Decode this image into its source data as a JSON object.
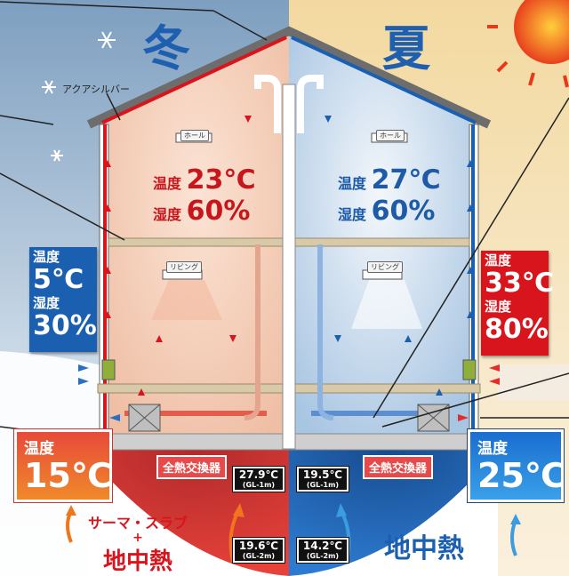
{
  "seasons": {
    "winter": "冬",
    "summer": "夏"
  },
  "material_label": "アクアシルバー",
  "room_labels": {
    "hall": "ホール",
    "living": "リビング"
  },
  "winter": {
    "indoor": {
      "temp_label": "温度",
      "temp_value": "23℃",
      "hum_label": "湿度",
      "hum_value": "60%"
    },
    "outdoor": {
      "temp_label": "温度",
      "temp_value": "5℃",
      "hum_label": "湿度",
      "hum_value": "30%"
    },
    "floor": {
      "label": "温度",
      "value": "15℃"
    },
    "heat_exchanger": "全熱交換器",
    "ground_1m": {
      "temp": "27.9℃",
      "depth": "(GL-1m)"
    },
    "ground_2m": {
      "temp": "19.6℃",
      "depth": "(GL-2m)"
    },
    "source": {
      "line1": "サーマ・スラブ",
      "plus": "+",
      "line2": "地中熱"
    }
  },
  "summer": {
    "indoor": {
      "temp_label": "温度",
      "temp_value": "27℃",
      "hum_label": "湿度",
      "hum_value": "60%"
    },
    "outdoor": {
      "temp_label": "温度",
      "temp_value": "33℃",
      "hum_label": "湿度",
      "hum_value": "80%"
    },
    "floor": {
      "label": "温度",
      "value": "25℃"
    },
    "heat_exchanger": "全熱交換器",
    "ground_1m": {
      "temp": "19.5℃",
      "depth": "(GL-1m)"
    },
    "ground_2m": {
      "temp": "14.2℃",
      "depth": "(GL-2m)"
    },
    "source": {
      "line1": "地中熱"
    }
  },
  "colors": {
    "warm": "#d8141c",
    "cool": "#1a5fb0",
    "orange": "#f0751e"
  }
}
